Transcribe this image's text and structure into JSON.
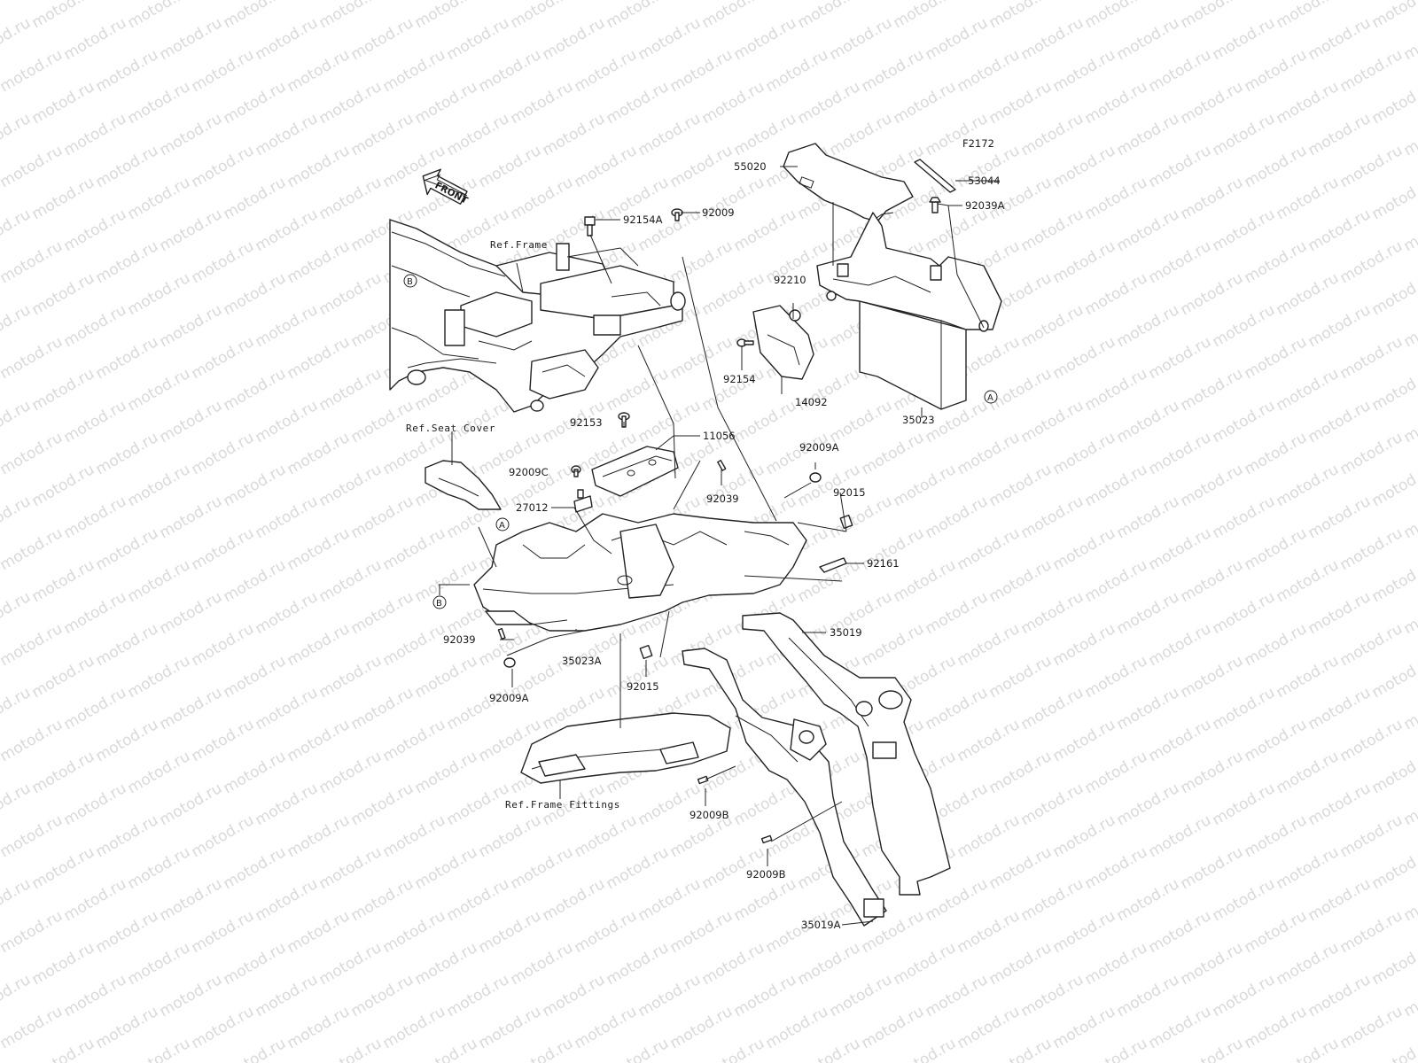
{
  "diagram": {
    "code": "F2172",
    "front_label": "FRONT",
    "watermark": "motod.ru",
    "references": {
      "frame": "Ref.Frame",
      "seat_cover": "Ref.Seat Cover",
      "frame_fittings": "Ref.Frame Fittings"
    },
    "markers": {
      "a": "A",
      "b": "B"
    },
    "parts": {
      "p55020": "55020",
      "p53044": "53044",
      "p92039A": "92039A",
      "p92154A": "92154A",
      "p92009": "92009",
      "p92210": "92210",
      "p92154": "92154",
      "p14092": "14092",
      "p35023": "35023",
      "p92153": "92153",
      "p11056": "11056",
      "p92009A_top": "92009A",
      "p92009C": "92009C",
      "p92039_mid": "92039",
      "p27012": "27012",
      "p92015_right": "92015",
      "p92161": "92161",
      "p35019": "35019",
      "p92039_left": "92039",
      "p35023A": "35023A",
      "p92009A_bottom": "92009A",
      "p92015_bottom": "92015",
      "p92009B_1": "92009B",
      "p92009B_2": "92009B",
      "p35019A": "35019A"
    }
  }
}
